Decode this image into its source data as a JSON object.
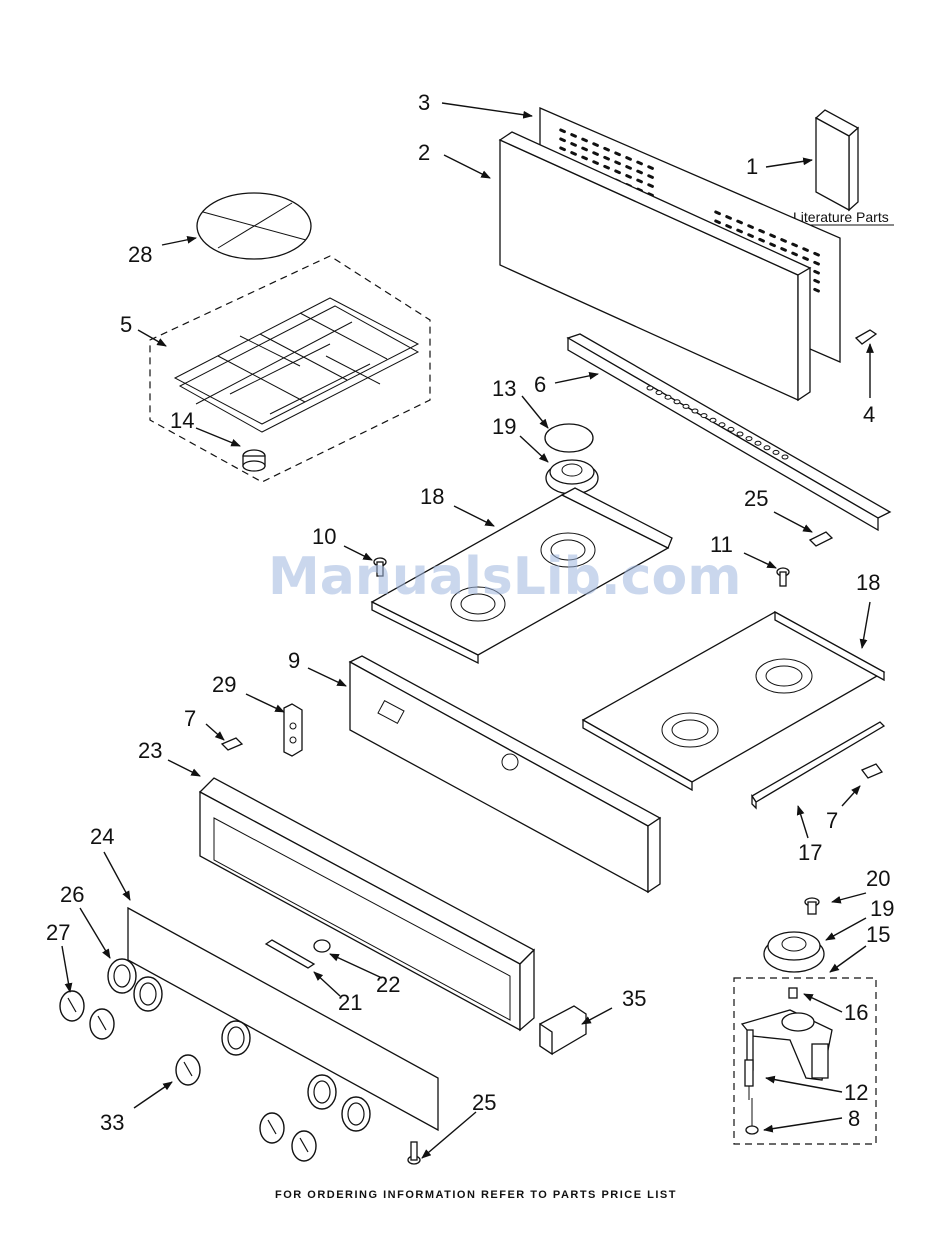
{
  "diagram": {
    "literature_label": "Literature Parts",
    "footer": "FOR ORDERING INFORMATION REFER TO PARTS PRICE LIST",
    "watermark": "ManualsLib.com",
    "callouts": {
      "c1": "1",
      "c2": "2",
      "c3": "3",
      "c4": "4",
      "c5": "5",
      "c6": "6",
      "c7a": "7",
      "c7b": "7",
      "c8": "8",
      "c9": "9",
      "c10": "10",
      "c11": "11",
      "c12": "12",
      "c13": "13",
      "c14": "14",
      "c15": "15",
      "c16": "16",
      "c17": "17",
      "c18a": "18",
      "c18b": "18",
      "c19a": "19",
      "c19b": "19",
      "c20": "20",
      "c21": "21",
      "c22": "22",
      "c23": "23",
      "c24": "24",
      "c25a": "25",
      "c25b": "25",
      "c26": "26",
      "c27": "27",
      "c28": "28",
      "c29": "29",
      "c33": "33",
      "c35": "35"
    }
  }
}
